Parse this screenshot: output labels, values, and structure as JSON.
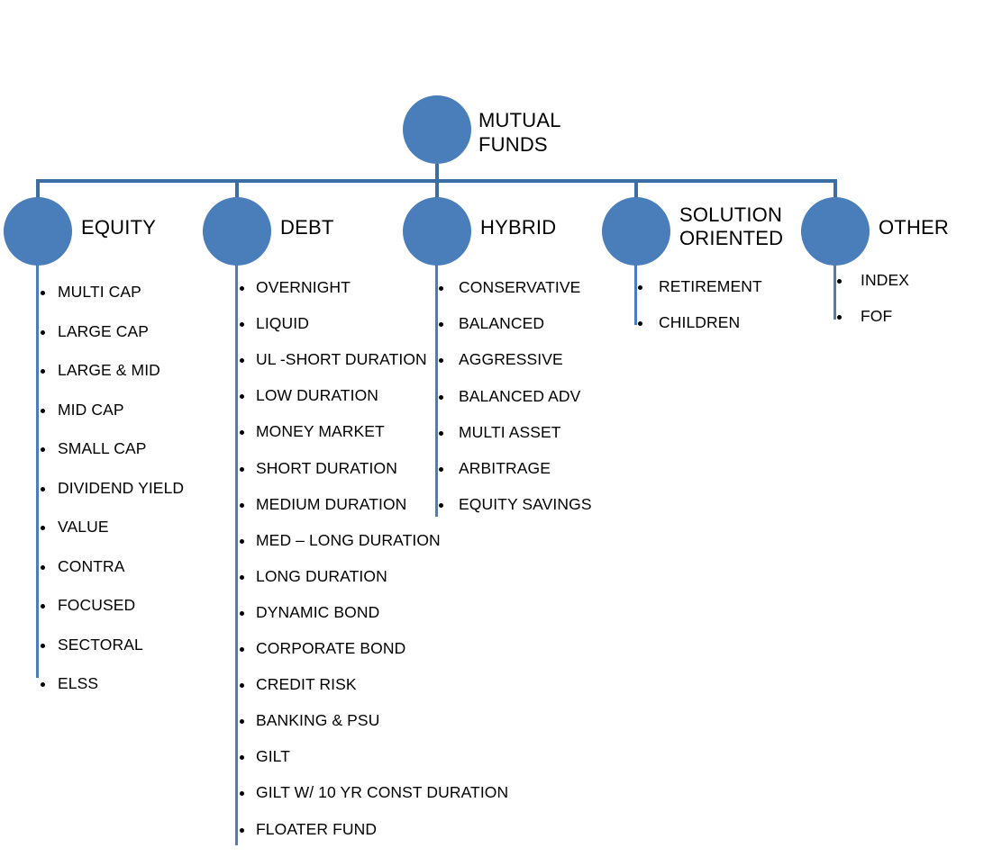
{
  "diagram": {
    "title": "MUTUAL FUNDS",
    "accent_color": "#4a7ebb",
    "connector_color": "#3c6da3",
    "text_color": "#000000",
    "background_color": "#ffffff",
    "root": {
      "label": "MUTUAL\nFUNDS"
    },
    "branches": [
      {
        "key": "equity",
        "label": "EQUITY",
        "items": [
          "MULTI CAP",
          "LARGE CAP",
          "LARGE & MID",
          "MID CAP",
          "SMALL CAP",
          "DIVIDEND YIELD",
          "VALUE",
          "CONTRA",
          "FOCUSED",
          "SECTORAL",
          "ELSS"
        ]
      },
      {
        "key": "debt",
        "label": "DEBT",
        "items": [
          "OVERNIGHT",
          "LIQUID",
          "UL -SHORT DURATION",
          "LOW DURATION",
          "MONEY MARKET",
          "SHORT DURATION",
          "MEDIUM DURATION",
          "MED – LONG DURATION",
          "LONG DURATION",
          "DYNAMIC BOND",
          "CORPORATE BOND",
          "CREDIT RISK",
          "BANKING & PSU",
          "GILT",
          "GILT W/ 10 YR CONST DURATION",
          "FLOATER FUND"
        ]
      },
      {
        "key": "hybrid",
        "label": "HYBRID",
        "items": [
          "CONSERVATIVE",
          "BALANCED",
          "AGGRESSIVE",
          "BALANCED ADV",
          "MULTI ASSET",
          "ARBITRAGE",
          "EQUITY SAVINGS"
        ]
      },
      {
        "key": "solution-oriented",
        "label": "SOLUTION\nORIENTED",
        "items": [
          "RETIREMENT",
          "CHILDREN"
        ]
      },
      {
        "key": "other",
        "label": "OTHER",
        "items": [
          "INDEX",
          "FOF"
        ]
      }
    ]
  }
}
